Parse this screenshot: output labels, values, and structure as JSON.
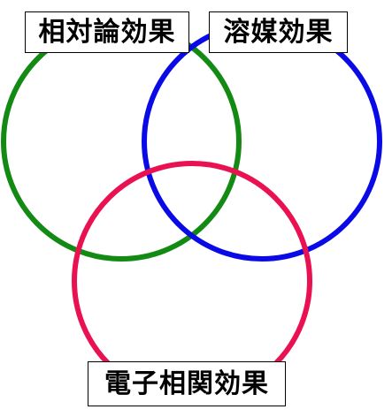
{
  "labels": {
    "relativity": "相対論効果",
    "solvent": "溶媒効果",
    "electron_correlation": "電子相関効果"
  },
  "colors": {
    "relativity_circle": "#138a13",
    "solvent_circle": "#0a0ae6",
    "electron_correlation_circle": "#ea1152",
    "label_border": "#000000",
    "background": "#ffffff"
  }
}
